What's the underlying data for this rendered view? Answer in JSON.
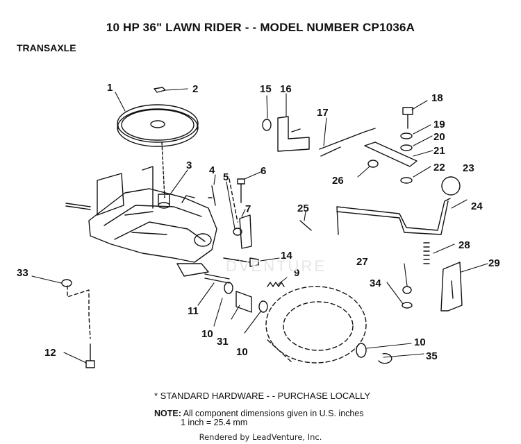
{
  "title": "10 HP 36\" LAWN RIDER - - MODEL NUMBER CP1036A",
  "section": "TRANSAXLE",
  "watermark": "DVENTURE",
  "callouts": [
    {
      "label": "1"
    },
    {
      "label": "2"
    },
    {
      "label": "3"
    },
    {
      "label": "4"
    },
    {
      "label": "5"
    },
    {
      "label": "6"
    },
    {
      "label": "7"
    },
    {
      "label": "9"
    },
    {
      "label": "10"
    },
    {
      "label": "10"
    },
    {
      "label": "10"
    },
    {
      "label": "11"
    },
    {
      "label": "12"
    },
    {
      "label": "14"
    },
    {
      "label": "15"
    },
    {
      "label": "16"
    },
    {
      "label": "17"
    },
    {
      "label": "18"
    },
    {
      "label": "19"
    },
    {
      "label": "20"
    },
    {
      "label": "21"
    },
    {
      "label": "22"
    },
    {
      "label": "23"
    },
    {
      "label": "24"
    },
    {
      "label": "25"
    },
    {
      "label": "26"
    },
    {
      "label": "27"
    },
    {
      "label": "28"
    },
    {
      "label": "29"
    },
    {
      "label": "31"
    },
    {
      "label": "33"
    },
    {
      "label": "34"
    },
    {
      "label": "35"
    }
  ],
  "footer": "* STANDARD HARDWARE - - PURCHASE LOCALLY",
  "note": {
    "label": "NOTE:",
    "line1": "All component dimensions given in U.S. inches",
    "line2": "1 inch = 25.4 mm"
  },
  "credit": "Rendered by LeadVenture, Inc."
}
